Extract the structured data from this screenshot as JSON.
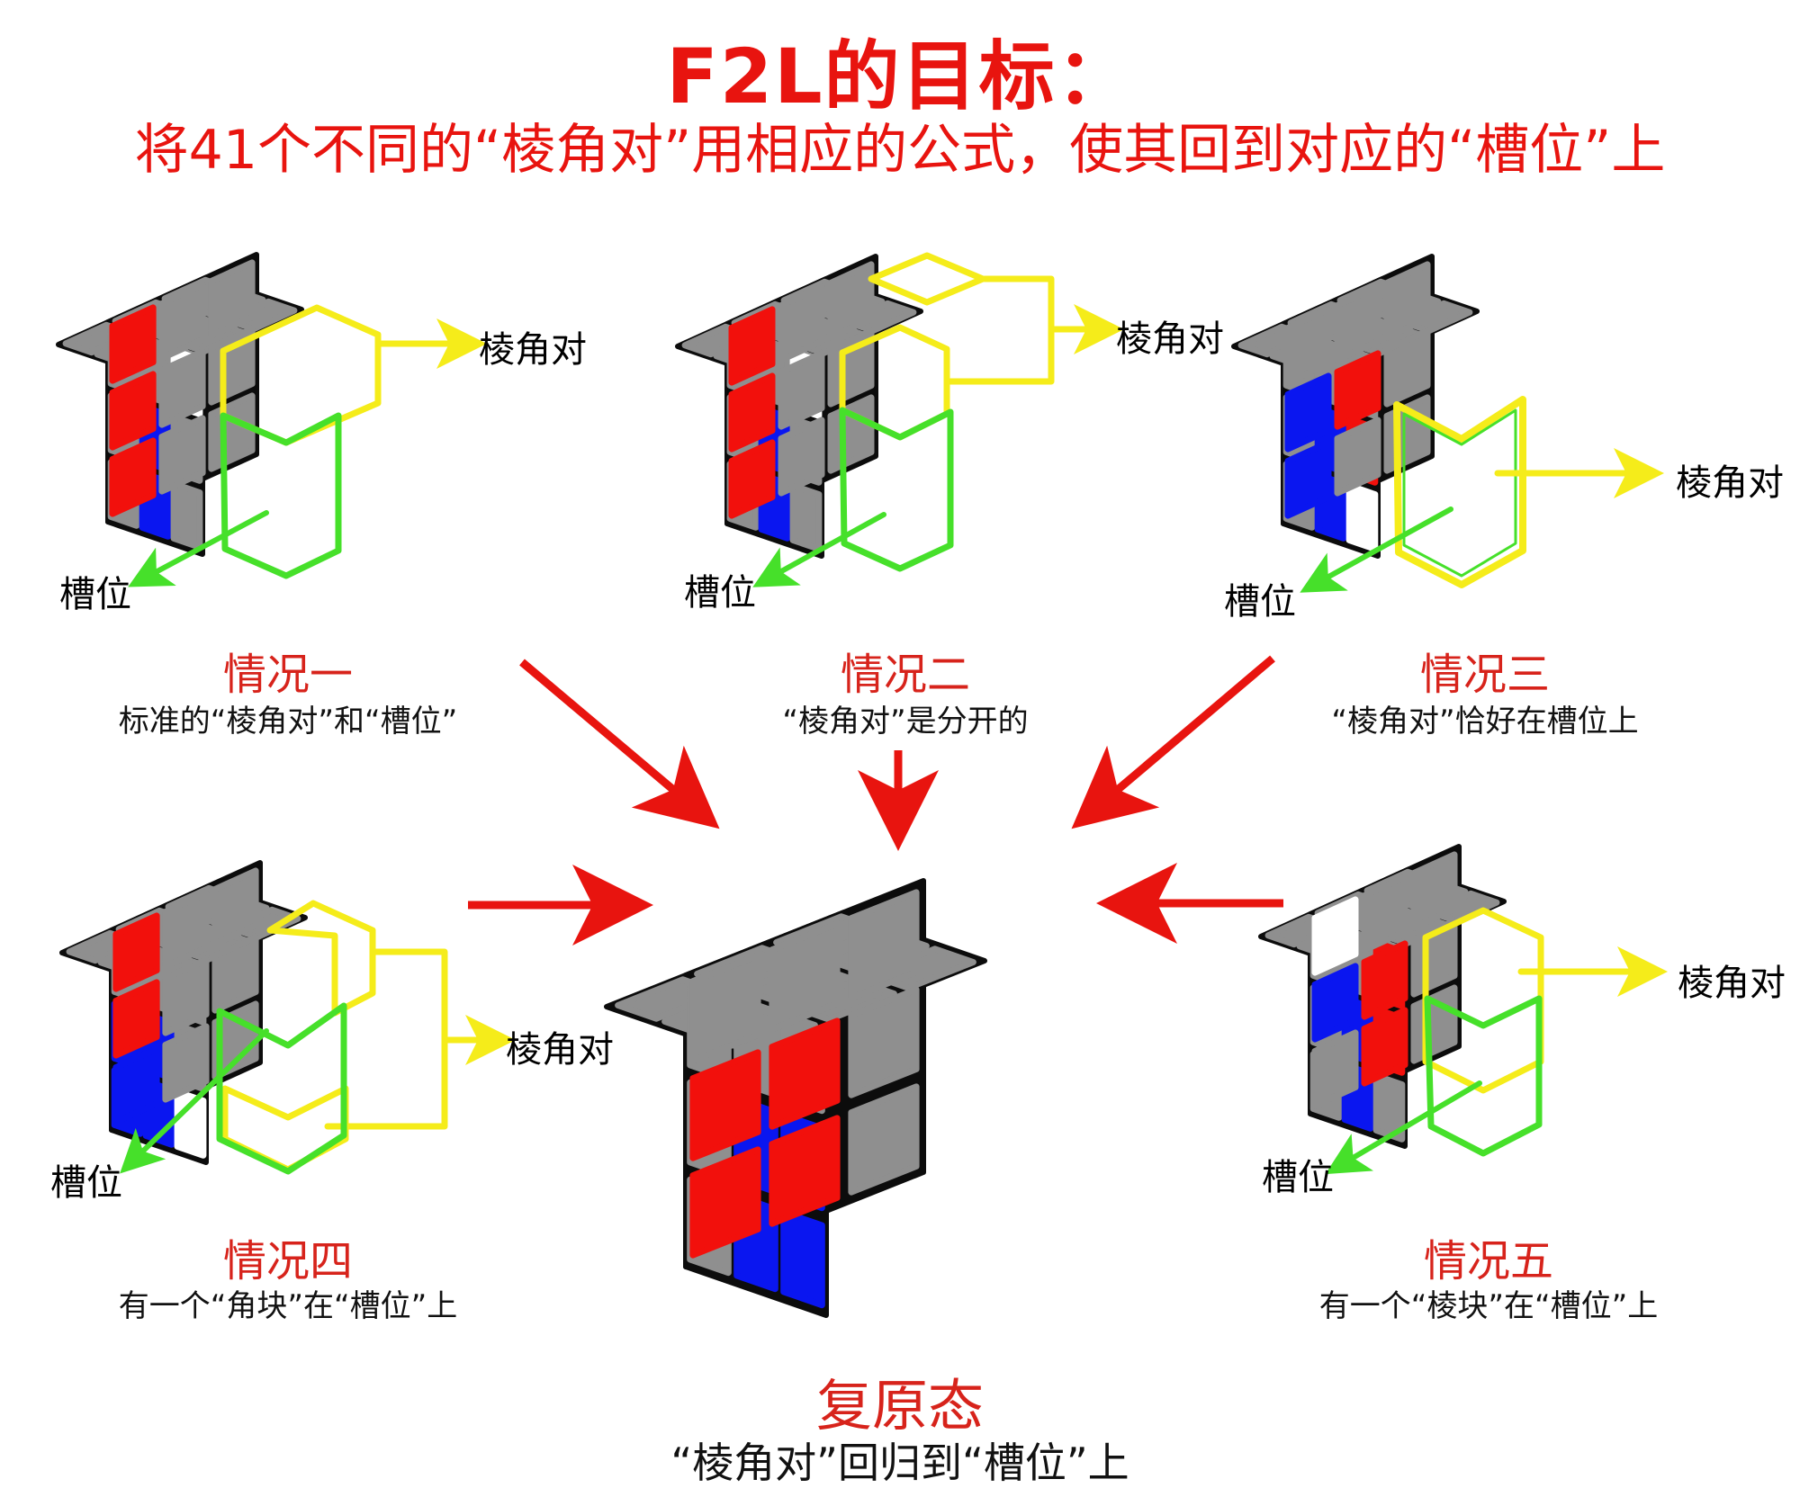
{
  "title": "F2L的目标：",
  "subtitle": "将41个不同的“棱角对”用相应的公式，使其回到对应的“槽位”上",
  "labels": {
    "pair": "棱角对",
    "slot": "槽位"
  },
  "cases": [
    {
      "name": "情况一",
      "desc": "标准的“棱角对”和“槽位”"
    },
    {
      "name": "情况二",
      "desc": "“棱角对”是分开的"
    },
    {
      "name": "情况三",
      "desc": "“棱角对”恰好在槽位上"
    },
    {
      "name": "情况四",
      "desc": "有一个“角块”在“槽位”上"
    },
    {
      "name": "情况五",
      "desc": "有一个“棱块”在“槽位”上"
    }
  ],
  "solved": {
    "name": "复原态",
    "desc": "“棱角对”回归到“槽位”上"
  },
  "colors": {
    "title_red": "#e8140f",
    "gray": "#8f8f8f",
    "blue": "#0a16f0",
    "red": "#f2100c",
    "white": "#ffffff",
    "pair_outline": "#f5ec1a",
    "slot_outline": "#46e02a",
    "flow_arrow": "#e8140f"
  }
}
